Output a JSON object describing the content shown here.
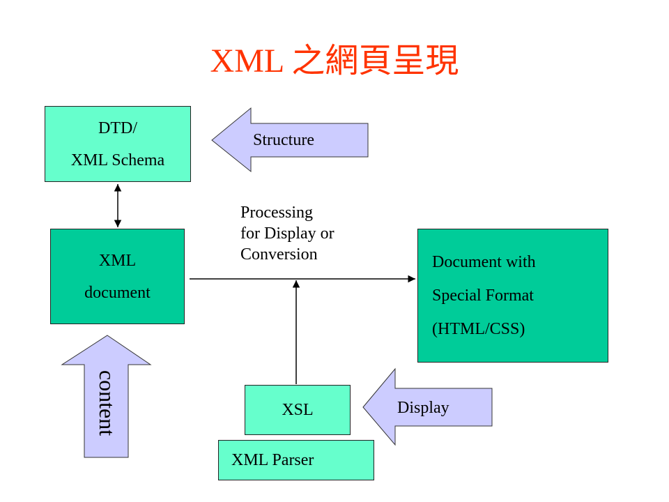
{
  "title": "XML  之網頁呈現",
  "boxes": {
    "dtd": {
      "line1": "DTD/",
      "line2": "XML Schema"
    },
    "xml_document": {
      "line1": "XML",
      "line2": "document"
    },
    "output": {
      "line1": "Document with",
      "line2": "Special Format",
      "line3": "(HTML/CSS)"
    },
    "xsl": {
      "label": "XSL"
    },
    "parser": {
      "label": "XML Parser"
    }
  },
  "processing_label": {
    "line1": "Processing",
    "line2": "for Display or",
    "line3": "Conversion"
  },
  "block_arrows": {
    "structure": "Structure",
    "display": "Display",
    "content": "content"
  },
  "colors": {
    "title": "#ff3300",
    "light_box": "#66ffcc",
    "dark_box": "#00cc99",
    "arrow_fill": "#ccccff"
  }
}
